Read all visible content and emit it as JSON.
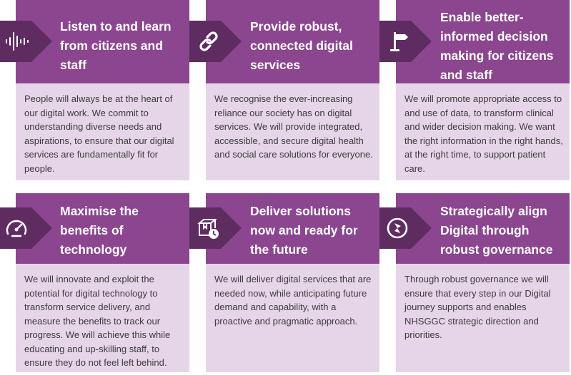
{
  "colors": {
    "header_purple": "#8b468f",
    "tab_dark_purple": "#5e2c61",
    "body_lilac": "#e6d5e8",
    "title_text": "#ffffff",
    "body_text": "#3b3b3b"
  },
  "cards": [
    {
      "icon": "sound-wave-icon",
      "title_lines": [
        "Listen to and learn",
        "from citizens and",
        "staff"
      ],
      "title": "Listen to and learn from citizens and staff",
      "body": "People will always be at the heart of our digital work. We commit to understanding diverse needs and aspirations, to ensure that our digital services are fundamentally fit for people."
    },
    {
      "icon": "chain-link-icon",
      "title_lines": [
        "Provide robust,",
        "connected digital",
        "services"
      ],
      "title": "Provide robust, connected digital services",
      "body": "We recognise the ever-increasing reliance our society has on digital services. We will provide integrated, accessible, and secure digital health and social care solutions for everyone."
    },
    {
      "icon": "signpost-flag-icon",
      "title_lines": [
        "Enable better-",
        "informed decision",
        "making for citizens",
        "and staff"
      ],
      "title": "Enable better-informed decision making for citizens and staff",
      "body": "We will promote appropriate access to and use of data, to transform clinical and wider decision making. We want the right information in the right hands, at the right time, to support patient care."
    },
    {
      "icon": "speedometer-icon",
      "title_lines": [
        "Maximise the",
        "benefits of",
        "technology"
      ],
      "title": "Maximise the benefits of technology",
      "body": "We will innovate and exploit the potential for digital technology to transform service delivery, and measure the benefits to track our progress. We will achieve this while educating and up-skilling staff, to ensure they do not feel left behind."
    },
    {
      "icon": "box-clock-icon",
      "title_lines": [
        "Deliver solutions",
        "now and ready for",
        "the future"
      ],
      "title": "Deliver solutions now and ready for the future",
      "body": "We will deliver digital services that are needed now, while anticipating future demand and capability, with a proactive and pragmatic approach."
    },
    {
      "icon": "compass-icon",
      "title_lines": [
        "Strategically align",
        "Digital through",
        "robust governance"
      ],
      "title": "Strategically align Digital through robust governance",
      "body": "Through robust governance we will ensure that every step in our Digital journey supports and enables NHSGGC strategic direction and priorities."
    }
  ]
}
